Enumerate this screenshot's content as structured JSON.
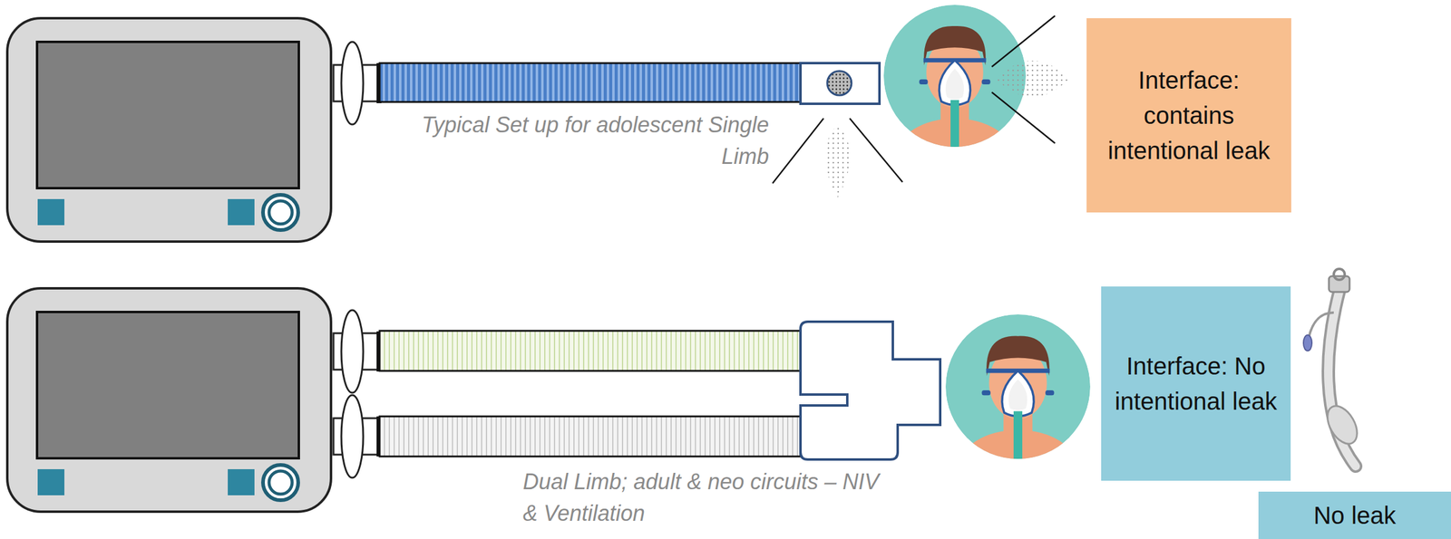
{
  "diagram": {
    "nodes": [
      {
        "text": [
          "Interface: contains intentional leak"
        ]
      },
      {
        "text": [
          "Interface: No intentional leak"
        ]
      },
      {
        "text": [
          "No leak"
        ]
      }
    ],
    "edges": [],
    "labels": [
      "Typical Set up for adolescent Single Limb",
      "Dual Limb; adult & neo circuits – NIV & Ventilation"
    ]
  }
}
